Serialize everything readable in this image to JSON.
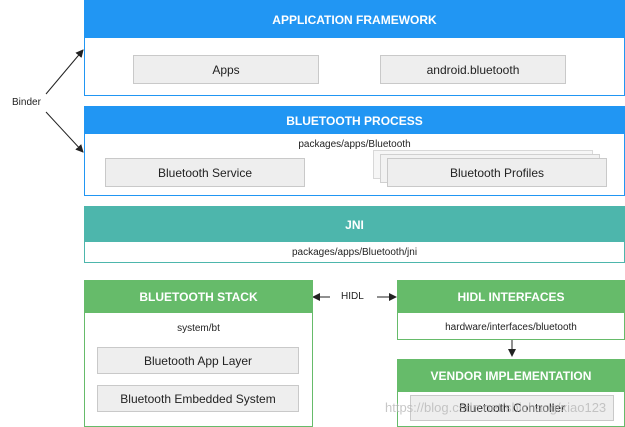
{
  "colors": {
    "blue": "#2196f3",
    "teal": "#4db6ac",
    "green": "#66bb6a",
    "box_fill": "#eeeeee"
  },
  "edge_labels": {
    "binder": "Binder",
    "hidl": "HIDL"
  },
  "app_framework": {
    "title": "APPLICATION FRAMEWORK",
    "boxes": [
      "Apps",
      "android.bluetooth"
    ]
  },
  "bluetooth_process": {
    "title": "BLUETOOTH PROCESS",
    "path": "packages/apps/Bluetooth",
    "service": "Bluetooth Service",
    "profiles": "Bluetooth Profiles"
  },
  "jni": {
    "title": "JNI",
    "path": "packages/apps/Bluetooth/jni"
  },
  "bluetooth_stack": {
    "title": "BLUETOOTH STACK",
    "path": "system/bt",
    "boxes": [
      "Bluetooth App Layer",
      "Bluetooth Embedded System"
    ]
  },
  "hidl_interfaces": {
    "title": "HIDL INTERFACES",
    "path": "hardware/interfaces/bluetooth"
  },
  "vendor": {
    "title": "VENDOR IMPLEMENTATION",
    "box": "Bluetooth Controller"
  },
  "watermark": "https://blog.csdn.net/shichaog/xiao123"
}
